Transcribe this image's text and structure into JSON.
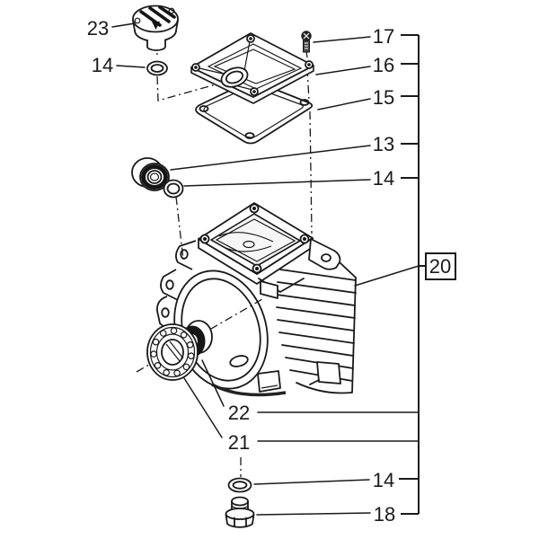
{
  "diagram": {
    "background_color": "#ffffff",
    "line_color": "#1a1a1a",
    "parts": [
      {
        "number": "23",
        "shape": "filler-cap"
      },
      {
        "number": "14",
        "shape": "o-ring-small"
      },
      {
        "number": "17",
        "shape": "pan-head-screw"
      },
      {
        "number": "16",
        "shape": "top-cover-plate"
      },
      {
        "number": "15",
        "shape": "cover-gasket"
      },
      {
        "number": "13",
        "shape": "round-seal"
      },
      {
        "number": "14",
        "shape": "o-ring-small"
      },
      {
        "number": "20",
        "shape": "finned-crankcase-housing"
      },
      {
        "number": "22",
        "shape": "seal-collar"
      },
      {
        "number": "21",
        "shape": "ball-bearing"
      },
      {
        "number": "14",
        "shape": "o-ring-small"
      },
      {
        "number": "18",
        "shape": "hex-drain-plug"
      }
    ],
    "callouts": {
      "c23": {
        "text": "23"
      },
      "c14a": {
        "text": "14"
      },
      "c17": {
        "text": "17"
      },
      "c16": {
        "text": "16"
      },
      "c15": {
        "text": "15"
      },
      "c13": {
        "text": "13"
      },
      "c14b": {
        "text": "14"
      },
      "c20": {
        "text": "20",
        "boxed": true
      },
      "c22": {
        "text": "22"
      },
      "c21": {
        "text": "21"
      },
      "c14c": {
        "text": "14"
      },
      "c18": {
        "text": "18"
      }
    }
  }
}
